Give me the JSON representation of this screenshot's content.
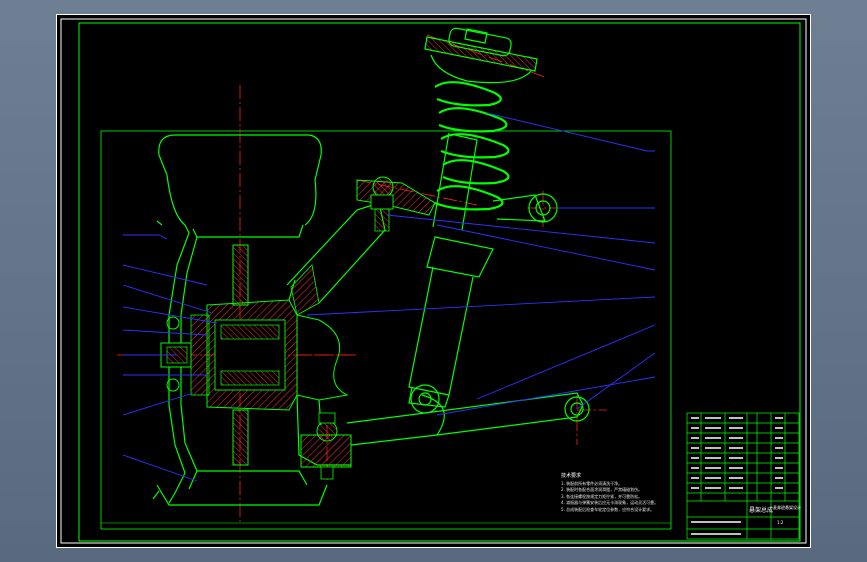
{
  "colors": {
    "background": "#000000",
    "outline": "#00ff00",
    "leader": "#3030ff",
    "centerline": "#ff2020",
    "hatch": "#ff3030",
    "border": "#ffffff"
  },
  "notes": {
    "title": "技术要求",
    "items": [
      "1. 装配前所有零件必须清洗干净。",
      "2. 装配时各配合面涂润滑脂，严禁磕碰划伤。",
      "3. 各连接螺栓按规定力矩拧紧，并可靠防松。",
      "4. 减振器与弹簧安装后应无卡滞现象，运动灵活可靠。",
      "5. 总成装配后检查车轮定位参数，应符合设计要求。"
    ]
  },
  "title_block": {
    "drawing_title": "悬架总成",
    "designer_row": "麦弗逊悬架设计",
    "scale_text": "1:2"
  }
}
